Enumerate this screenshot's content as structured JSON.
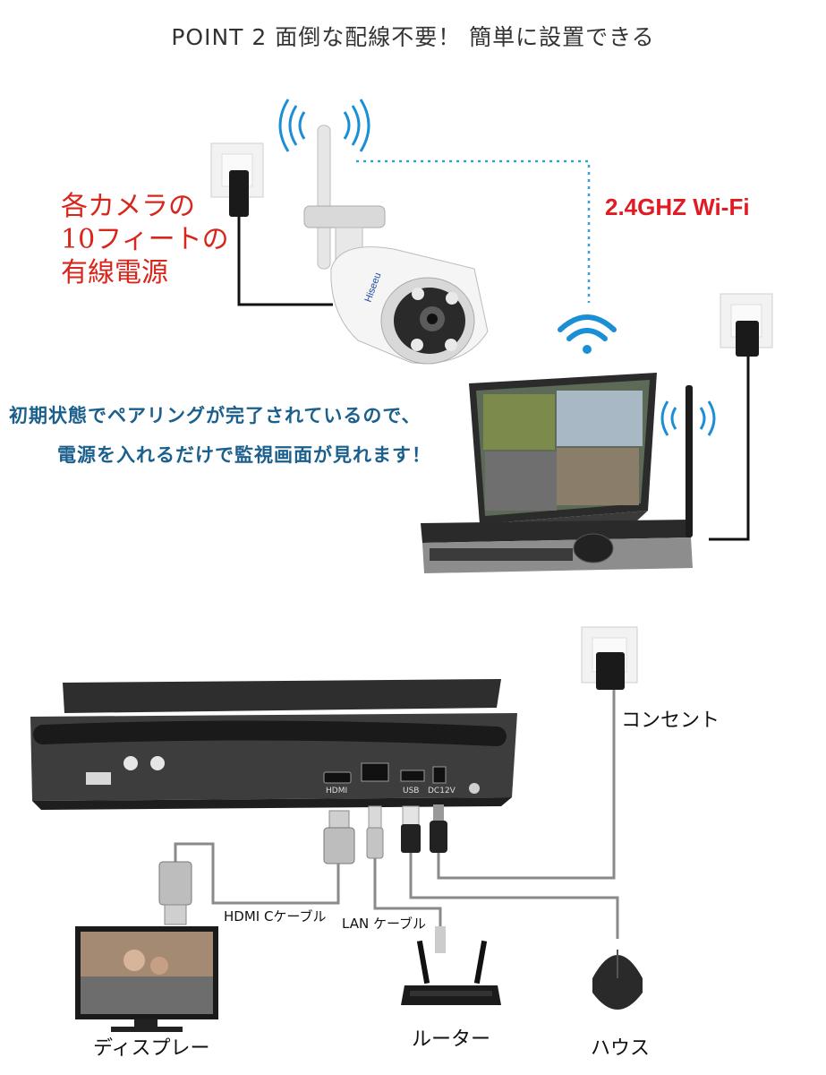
{
  "header": {
    "title": "POINT 2  面倒な配線不要！ 簡単に設置できる"
  },
  "top_section": {
    "power_note_lines": [
      "各カメラの",
      "10フィートの",
      "有線電源"
    ],
    "wifi_label": "2.4GHZ Wi-Fi",
    "pairing_note_line1": "初期状態でペアリングが完了されているので、",
    "pairing_note_line2": "電源を入れるだけで監視画面が見れます！",
    "camera_brand": "Hiseeu"
  },
  "bottom_section": {
    "port_labels": [
      "HDMI",
      "USB",
      "DC12V"
    ],
    "cable_labels": {
      "hdmi": "HDMI Cケーブル",
      "lan": "LAN ケーブル"
    },
    "device_labels": {
      "outlet": "コンセント",
      "display": "ディスプレー",
      "router": "ルーター",
      "mouse": "ハウス"
    }
  },
  "colors": {
    "red": "#d8261c",
    "blue": "#1b5f8c",
    "wifi_blue": "#1a8fd6",
    "dotted_line": "#2aa6d6"
  }
}
